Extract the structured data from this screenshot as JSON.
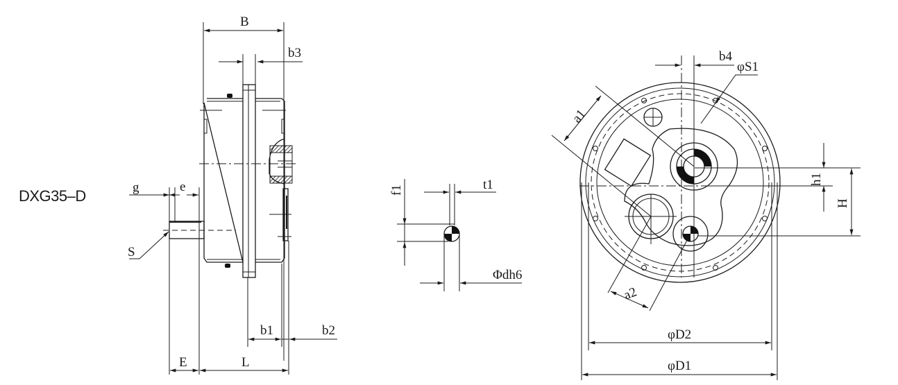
{
  "model_label": "DXG35–D",
  "side_view": {
    "dimensions": {
      "B": "B",
      "b3": "b3",
      "g": "g",
      "e": "e",
      "S": "S",
      "b1": "b1",
      "b2": "b2",
      "E": "E",
      "L": "L"
    }
  },
  "shaft_section": {
    "dimensions": {
      "f1": "f1",
      "t1": "t1",
      "dh6": "Φdh6"
    }
  },
  "front_view": {
    "dimensions": {
      "a1": "a1",
      "b4": "b4",
      "S1": "φS1",
      "h1": "h1",
      "H": "H",
      "a2": "a2",
      "D2": "φD2",
      "D1": "φD1"
    }
  },
  "colors": {
    "line": "#1a1a1a",
    "background": "#ffffff"
  }
}
